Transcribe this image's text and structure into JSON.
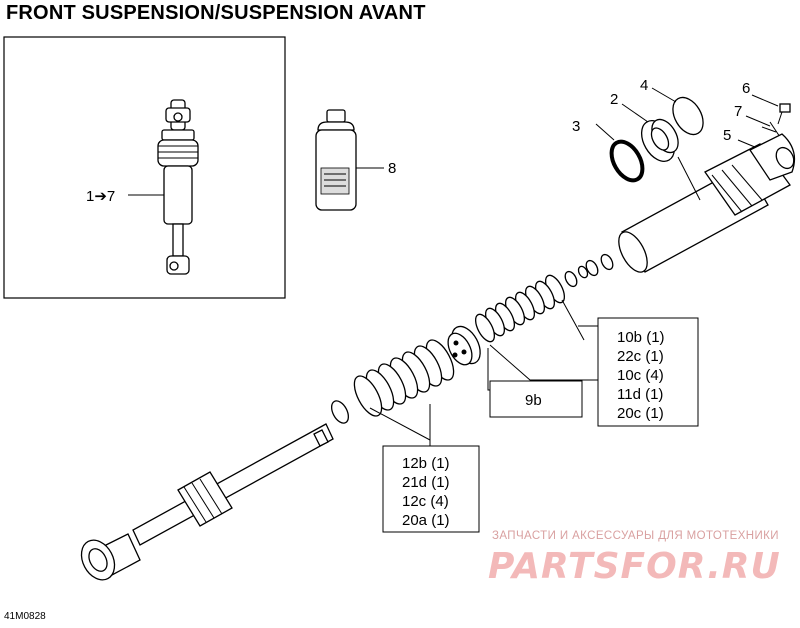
{
  "title": "FRONT SUSPENSION/SUSPENSION AVANT",
  "diagram_code": "41M0828",
  "watermark": {
    "tagline": "ЗАПЧАСТИ И АКСЕССУАРЫ ДЛЯ МОТОТЕХНИКИ",
    "logo": "PARTSFOR.RU"
  },
  "callouts": {
    "assembly": "1➔7",
    "c2": "2",
    "c3": "3",
    "c4": "4",
    "c5": "5",
    "c6": "6",
    "c7": "7",
    "c8": "8"
  },
  "boxes": {
    "upper_stack": [
      "10b (1)",
      "22c (1)",
      "10c (4)",
      "11d (1)",
      "20c (1)"
    ],
    "piston": "9b",
    "lower_stack": [
      "12b (1)",
      "21d (1)",
      "12c (4)",
      "20a (1)"
    ]
  },
  "colors": {
    "line": "#000000",
    "background": "#ffffff",
    "watermark_text": "#d9a0a0",
    "watermark_logo": "#f3b9b9"
  }
}
